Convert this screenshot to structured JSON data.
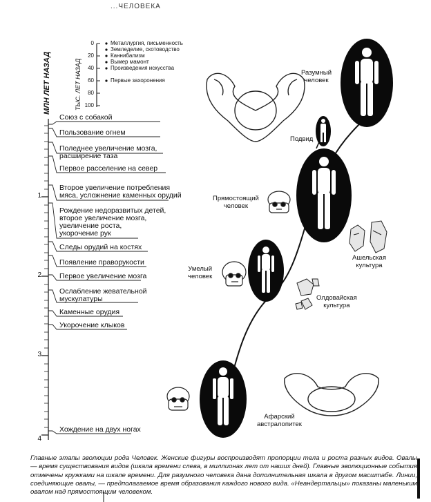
{
  "header": {
    "title": "...ЧЕЛОВЕКА"
  },
  "main_axis": {
    "label": "МЛН ЛЕТ НАЗАД",
    "ticks": [
      "1",
      "2",
      "3",
      "4"
    ]
  },
  "small_axis": {
    "label": "ТЫС. ЛЕТ НАЗАД",
    "ticks": [
      "0",
      "20",
      "40",
      "60",
      "80",
      "100"
    ],
    "events": [
      "Металлургия, письменность",
      "Земледелие, скотоводство",
      "Каннибализм",
      "Вымер мамонт",
      "Произведения искусства",
      "Первые захоронения"
    ]
  },
  "events": [
    "Союз с собакой",
    "Пользование огнем",
    "Поледнее увеличение мозга,\nрасширение таза",
    "Первое  расселение на север",
    "Второе увеличение потребления\nмяса, усложнение каменных орудий",
    "Рождение недоразвитых детей,\nвторое увеличение мозга,\nувеличение роста,\nукорочение рук",
    "Следы орудий на костях",
    "Появление праворукости",
    "Первое увеличение мозга",
    "Ослабление жевательной\nмускулатуры",
    "Каменные орудия",
    "Укорочение клыков",
    "Хождение на двух ногах"
  ],
  "stages": {
    "sapiens": "Разумный\nчеловек",
    "podvid": "Подвид",
    "erectus": "Прямостоящий\nчеловек",
    "habilis": "Умелый\nчеловек",
    "afarensis": "Афарский\nавстралопитек"
  },
  "cultures": {
    "acheulean": "Ашельская\nкультура",
    "olduvai": "Олдовайская\nкультура"
  },
  "caption": "Главные этапы эволюции рода Человек. Женские фигуры воспроизводят пропорции тела и роста разных видов. Овалы — время существования видов (шкала времени слева, в миллионах лет от наших дней). Главные эволюционные события отмечены кружками на шкале времени. Для разумного человека дана дополнительная шкала в другом масштабе. Линии, соединяющие овалы, — предполагаемое время образования каждого нового вида. «Неандертальцы» показаны маленьким овалом над прямостоящим человеком."
}
